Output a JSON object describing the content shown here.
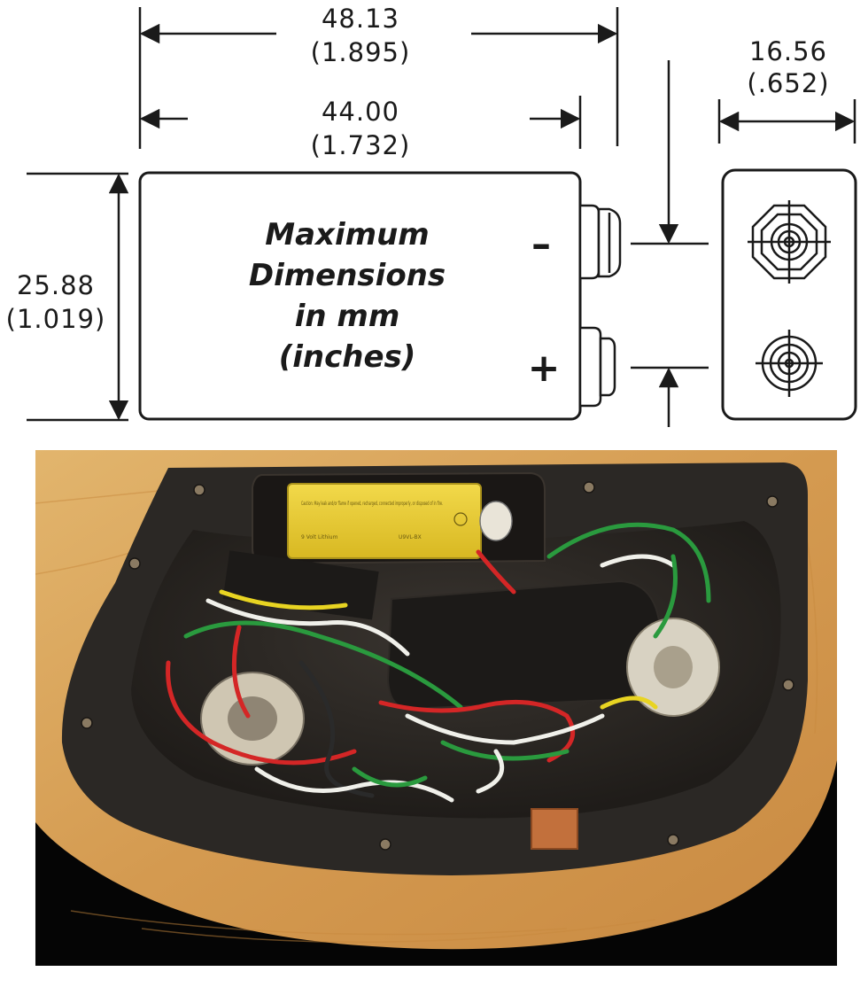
{
  "dimensions": {
    "overall_length": {
      "mm": "48.13",
      "in": "(1.895)"
    },
    "body_length": {
      "mm": "44.00",
      "in": "(1.732)"
    },
    "height": {
      "mm": "25.88",
      "in": "(1.019)"
    },
    "depth": {
      "mm": "16.56",
      "in": "(.652)"
    }
  },
  "battery_label": {
    "line1": "Maximum",
    "line2": "Dimensions",
    "line3": "in mm",
    "line4": "(inches)"
  },
  "terminals": {
    "negative": "–",
    "positive": "+"
  },
  "photo_battery": {
    "caption": "Caution: May leak and/or flame if opened, recharged, connected improperly, or disposed of in fire.",
    "type": "9 Volt Lithium",
    "code": "U9VL-BX"
  },
  "colors": {
    "line": "#1a1a1a",
    "wood": "#d9a85e",
    "cavity": "#2a2724",
    "battery": "#e8cc32"
  }
}
